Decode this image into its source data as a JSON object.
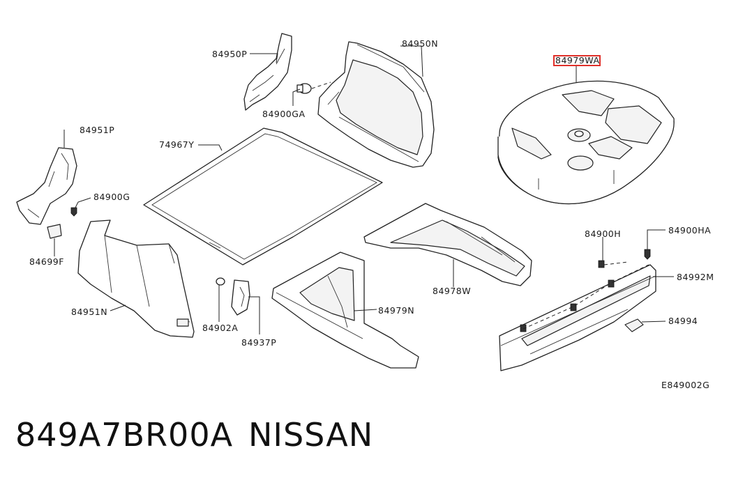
{
  "labels": {
    "p84950P": "84950P",
    "p84950N": "84950N",
    "p84979WA": "84979WA",
    "p84900GA": "84900GA",
    "p84951P": "84951P",
    "p74967Y": "74967Y",
    "p84900G": "84900G",
    "p84699F": "84699F",
    "p84900H": "84900H",
    "p84900HA": "84900HA",
    "p84992M": "84992M",
    "p84978W": "84978W",
    "p84979N": "84979N",
    "p84951N": "84951N",
    "p84902A": "84902A",
    "p84937P": "84937P",
    "p84994": "84994"
  },
  "diagram_code": "E849002G",
  "highlight": {
    "part": "84979WA",
    "color": "#e0302a"
  },
  "footer": {
    "part_number": "849A7BR00A",
    "brand": "NISSAN"
  }
}
